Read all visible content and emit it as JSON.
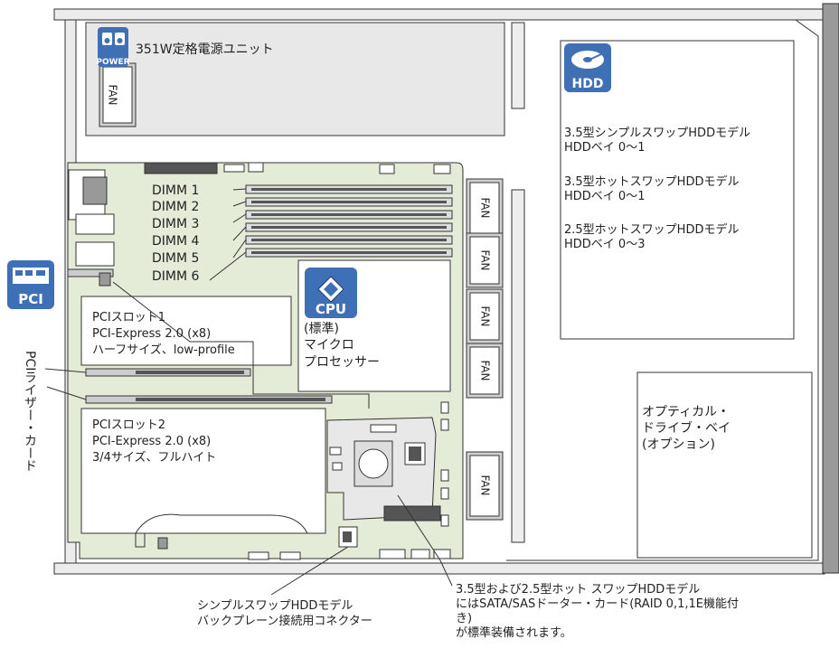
{
  "colors": {
    "board": "#e4ebd6",
    "chassis": "#e8e8e8",
    "rail": "#9a9a9a",
    "badge": "#3f6fb5",
    "line": "#333333"
  },
  "icons": {
    "power": "power-plug-icon",
    "hdd": "hard-disk-icon",
    "pci": "pci-card-icon",
    "cpu": "cpu-chip-icon"
  },
  "labels": {
    "power_unit": "351W定格電源ユニット",
    "power_badge": "POWER",
    "hdd_badge": "HDD",
    "pci_badge": "PCI",
    "cpu_badge": "CPU",
    "fan": "FAN",
    "hdd_bay_lines": [
      "3.5型シンプルスワップHDDモデル",
      "HDDベイ 0～1",
      "3.5型ホットスワップHDDモデル",
      "HDDベイ 0～1",
      "2.5型ホットスワップHDDモデル",
      "HDDベイ 0～3"
    ],
    "dimm": [
      "DIMM 1",
      "DIMM 2",
      "DIMM 3",
      "DIMM 4",
      "DIMM 5",
      "DIMM 6"
    ],
    "cpu_lines": [
      "(標準)",
      "マイクロ",
      "プロセッサー"
    ],
    "pci_slot1_lines": [
      "PCIスロット1",
      "PCI-Express 2.0 (x8)",
      "ハーフサイズ、low-profile"
    ],
    "pci_slot2_lines": [
      "PCIスロット2",
      "PCI-Express 2.0 (x8)",
      "3/4サイズ、フルハイト"
    ],
    "riser_card": "PCIライザー・カード",
    "optical_lines": [
      "オプティカル・",
      "ドライブ・ベイ",
      "(オプション)"
    ],
    "backplane_lines": [
      "シンプルスワップHDDモデル",
      "バックプレーン接続用コネクター"
    ],
    "sas_card_lines": [
      "3.5型および2.5型ホット スワップHDDモデル",
      "にはSATA/SASドーター・カード(RAID 0,1,1E機能付",
      "き)",
      "が標準装備されます。"
    ]
  }
}
